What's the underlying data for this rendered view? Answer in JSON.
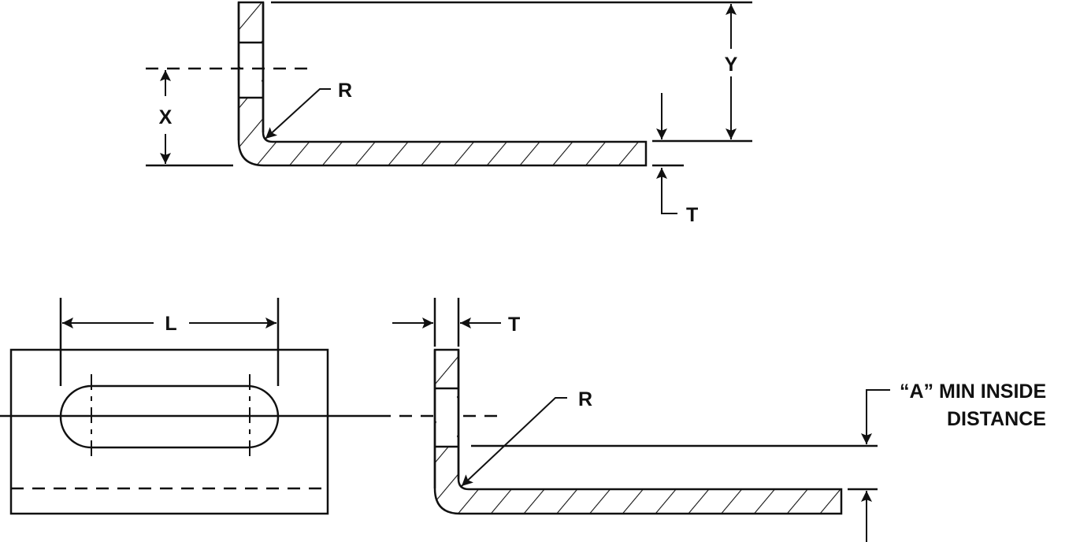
{
  "labels": {
    "top_r": "R",
    "top_x": "X",
    "top_y": "Y",
    "top_t": "T",
    "l": "L",
    "bottom_t": "T",
    "bottom_r": "R",
    "a_line1": "“A” MIN INSIDE",
    "a_line2": "DISTANCE"
  }
}
